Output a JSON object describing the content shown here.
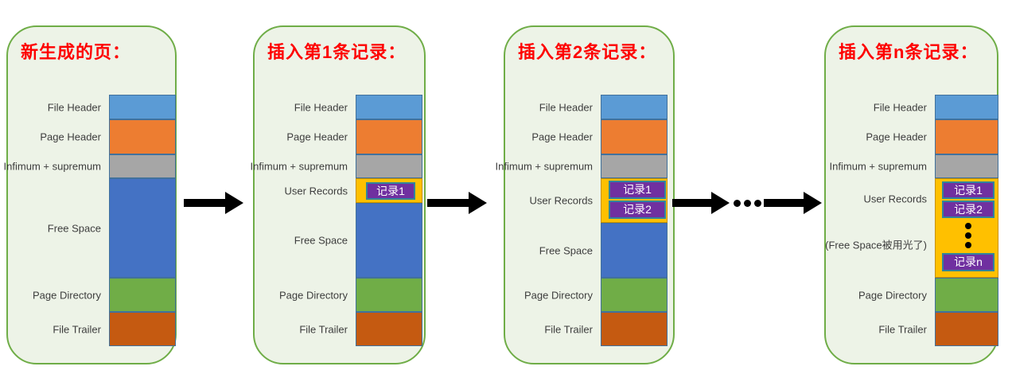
{
  "panels": [
    {
      "title": "新生成的页："
    },
    {
      "title": "插入第1条记录："
    },
    {
      "title": "插入第2条记录："
    },
    {
      "title": "插入第n条记录："
    }
  ],
  "block_labels": {
    "file_header": "File Header",
    "page_header": "Page Header",
    "infimum": "Infimum + supremum",
    "user_records": "User Records",
    "free_space": "Free Space",
    "free_space_used": "(Free Space被用光了)",
    "page_directory": "Page Directory",
    "file_trailer": "File Trailer"
  },
  "records": {
    "r1": "记录1",
    "r2": "记录2",
    "rn": "记录n"
  },
  "colors": {
    "panel_background": "#edf3e7",
    "panel_border": "#6fad47",
    "title_red": "#fe0000",
    "file_header": "#5b9bd5",
    "page_header": "#ed7d31",
    "infimum_supremum": "#a6a6a6",
    "free_space": "#4472c4",
    "page_directory": "#70ad47",
    "file_trailer": "#c55a11",
    "user_records_fill": "#ffc000",
    "record_fill": "#7030a0",
    "record_border": "#31849b",
    "arrow": "#000000"
  }
}
